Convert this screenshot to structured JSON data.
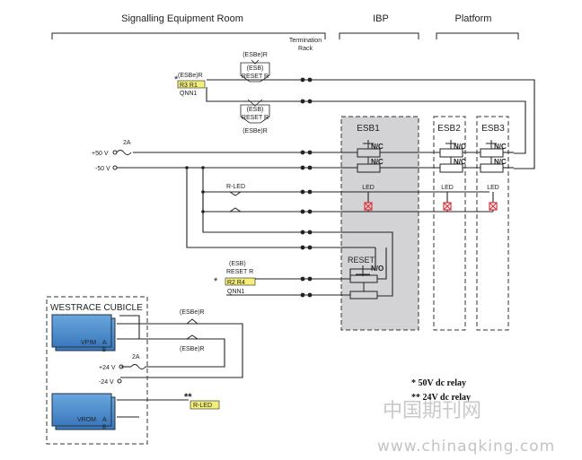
{
  "headers": {
    "signalling_room": "Signalling Equipment Room",
    "ibp": "IBP",
    "platform": "Platform",
    "termination_line1": "Termination",
    "termination_line2": "Rack"
  },
  "relays": {
    "esbe_r_top": "(ESBe)R",
    "esb_top_box_line1": "(ESB)",
    "esb_top_box_line2": "RESET R",
    "esbe_r_left": "(ESBe)R",
    "r3_r1": "R3   R1",
    "qnn1_top": "QNN1",
    "esb_bot_box_line1": "(ESB)",
    "esb_bot_box_line2": "RESET R",
    "esbe_r_below": "(ESBe)R",
    "star_top": "*",
    "esb_reset_line1": "(ESB)",
    "esb_reset_line2": "RESET R",
    "r2_r4": "R2   R4",
    "qnn1_bottom": "QNN1",
    "star_mid": "*"
  },
  "power": {
    "fuse_2a": "2A",
    "plus50": "+50 V",
    "minus50": "-50 V",
    "r_led": "R-LED"
  },
  "panels": {
    "esb1": "ESB1",
    "esb2": "ESB2",
    "esb3": "ESB3",
    "nc": "N/C",
    "led": "LED",
    "reset": "RESET",
    "no": "N/O"
  },
  "westrace": {
    "title": "WESTRACE CUBICLE",
    "esbe_r_a": "(ESBe)R",
    "esbe_r_b": "(ESBe)R",
    "vpim": "VPIM",
    "vrom": "VROM",
    "port_a": "A",
    "port_b": "B",
    "fuse_2a": "2A",
    "plus24": "+24 V",
    "minus24": "-24 V",
    "double_star": "**",
    "r_led_box": "R-LED"
  },
  "notes": {
    "star_note": "*  50V dc relay",
    "double_star_note": "** 24V dc relay"
  },
  "watermark": {
    "cn": "中国期刊网",
    "url": "www.chinaqking.com"
  },
  "colors": {
    "highlight": "#f4ef7a",
    "panel_fill": "#d3d3d6",
    "module_fill": "#4a8fcf",
    "led_cross": "#e0323c"
  }
}
